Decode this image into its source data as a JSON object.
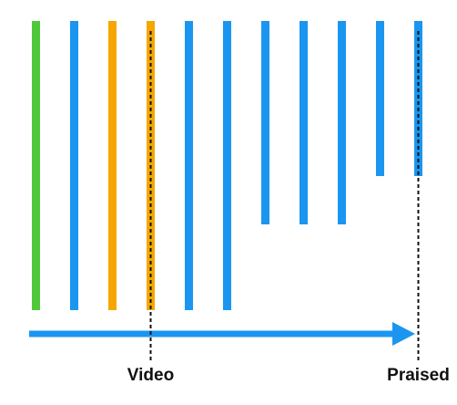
{
  "colors": {
    "green": "#4fc93a",
    "blue": "#1a96f0",
    "orange": "#f5a700",
    "marker": "#111111"
  },
  "bars": [
    {
      "color": "green",
      "length": 1.0
    },
    {
      "color": "blue",
      "length": 1.0
    },
    {
      "color": "orange",
      "length": 1.0
    },
    {
      "color": "orange",
      "length": 1.0
    },
    {
      "color": "blue",
      "length": 1.0
    },
    {
      "color": "blue",
      "length": 1.0
    },
    {
      "color": "blue",
      "length": 0.705
    },
    {
      "color": "blue",
      "length": 0.705
    },
    {
      "color": "blue",
      "length": 0.705
    },
    {
      "color": "blue",
      "length": 0.536
    },
    {
      "color": "blue",
      "length": 0.536
    }
  ],
  "markers": [
    {
      "bar": 3,
      "label": "Video"
    },
    {
      "bar": 10,
      "label": "Praised"
    }
  ],
  "arrow": {
    "color": "blue"
  }
}
